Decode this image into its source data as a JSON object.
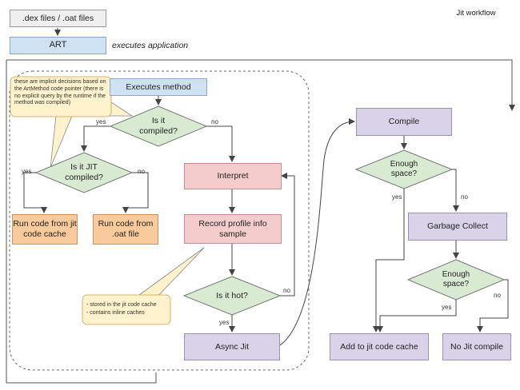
{
  "title": "Jit workflow",
  "header": {
    "dex_files": ".dex files / .oat files",
    "art": "ART",
    "executes_application": "executes application"
  },
  "nodes": {
    "executes_method": "Executes method",
    "is_compiled": "Is it compiled?",
    "is_jit_compiled": "Is it JIT compiled?",
    "run_jit_cache": "Run code from jit code cache",
    "run_oat": "Run code from .oat file",
    "interpret": "Interpret",
    "record_profile": "Record profile info sample",
    "is_hot": "Is it hot?",
    "async_jit": "Async Jit",
    "compile": "Compile",
    "enough_space_1": "Enough space?",
    "garbage_collect": "Garbage Collect",
    "enough_space_2": "Enough space?",
    "add_to_cache": "Add to jit code cache",
    "no_jit_compile": "No Jit compile"
  },
  "edge_labels": {
    "yes_compiled": "yes",
    "no_compiled": "no",
    "yes_jit": "yes",
    "no_jit": "no",
    "no_hot": "no",
    "yes_hot": "yes",
    "yes_space1": "yes",
    "no_space1": "no",
    "yes_space2": "yes",
    "no_space2": "no"
  },
  "notes": {
    "implicit": "these are implicit decisions based on the ArtMethod code pointer (there is no explicit query by the runtime if the method was compiled)",
    "profile_line1": "- stored in the jit code cache",
    "profile_line2": "- contains inline caches"
  },
  "colors": {
    "blue": "#cfe2f3",
    "green": "#d9ead3",
    "red": "#f4cccc",
    "orange": "#f9cb9c",
    "purple": "#d9d2e9",
    "grey": "#efefef",
    "note": "#fff2cc"
  }
}
